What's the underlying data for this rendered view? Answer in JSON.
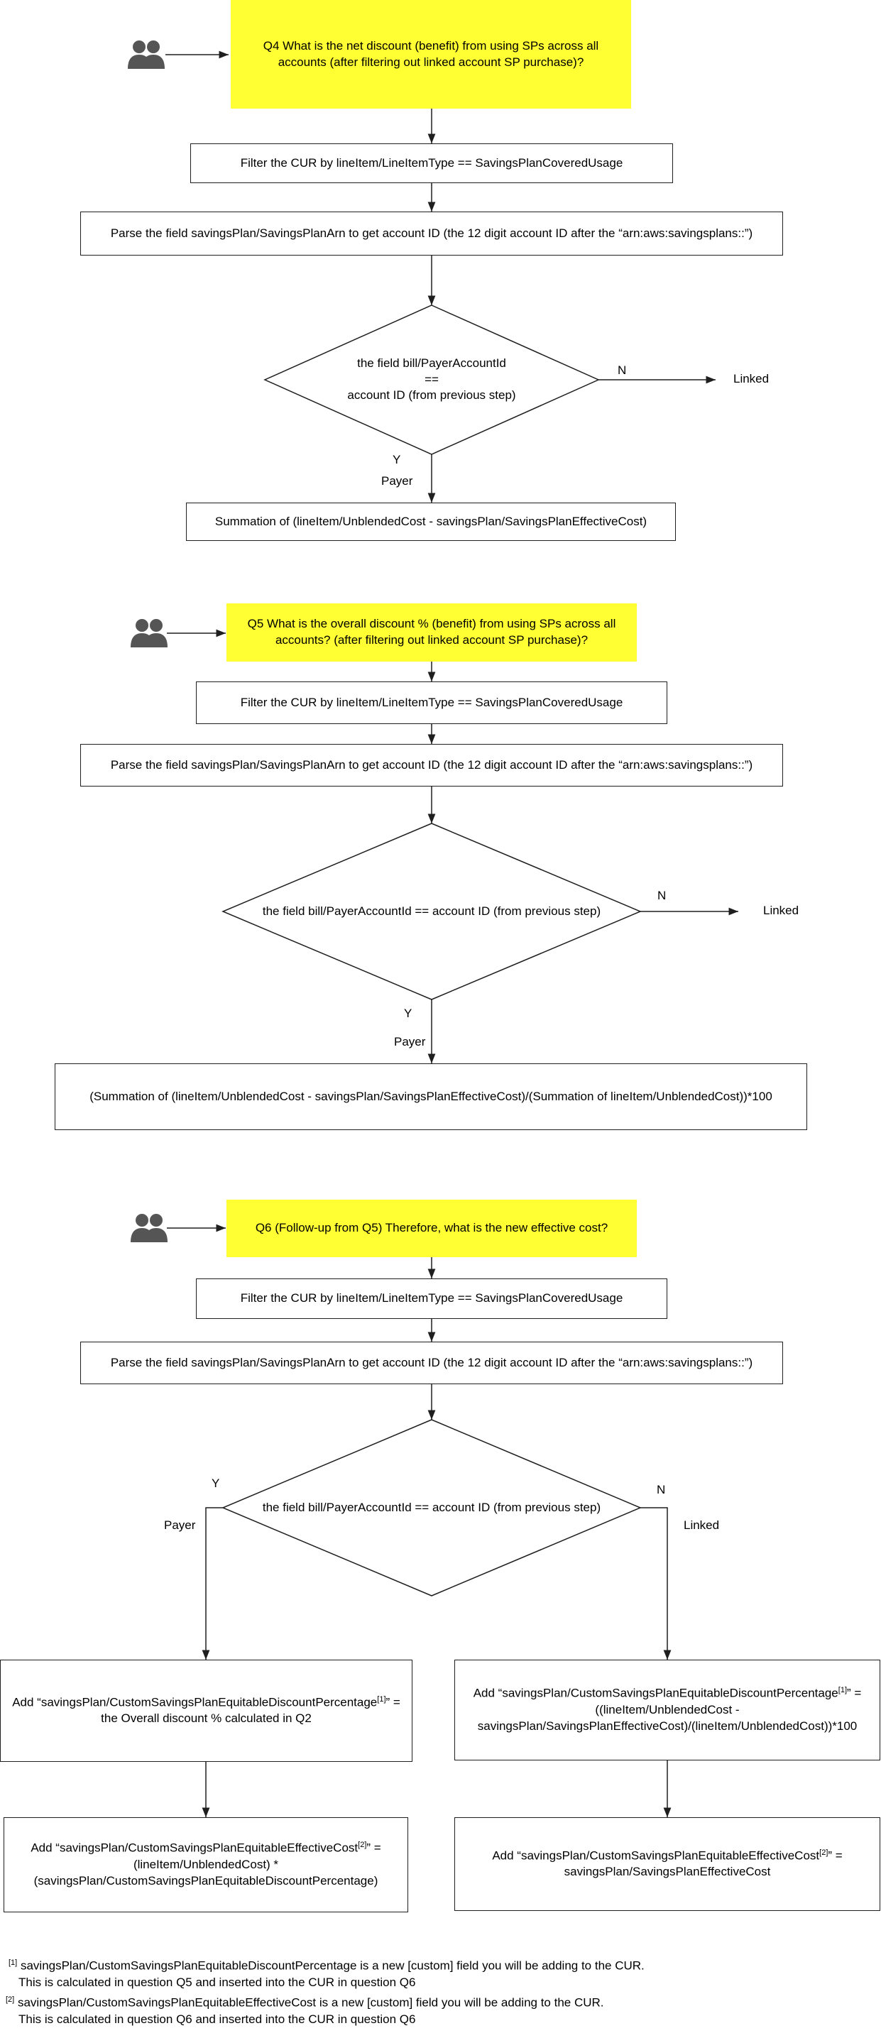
{
  "q4": {
    "question": "Q4 What is the net discount (benefit) from using SPs across all accounts (after filtering out linked account SP purchase)?",
    "filter": "Filter the CUR by  lineItem/LineItemType == SavingsPlanCoveredUsage",
    "parse": "Parse the field savingsPlan/SavingsPlanArn to get account ID (the 12 digit account ID after the “arn:aws:savingsplans::”)",
    "decision_line1": "the field bill/PayerAccountId",
    "decision_line2": "==",
    "decision_line3": "account ID (from previous step)",
    "no_label": "N",
    "no_target": "Linked",
    "yes_label": "Y",
    "yes_target": "Payer",
    "result": "Summation of (lineItem/UnblendedCost - savingsPlan/SavingsPlanEffectiveCost)"
  },
  "q5": {
    "question": "Q5 What is the overall discount % (benefit) from using SPs across all accounts?  (after filtering out linked account SP purchase)?",
    "filter": "Filter the CUR by  lineItem/LineItemType == SavingsPlanCoveredUsage",
    "parse": "Parse the field savingsPlan/SavingsPlanArn to get account ID (the 12 digit account ID after the “arn:aws:savingsplans::”)",
    "decision": "the field bill/PayerAccountId  == account ID (from previous step)",
    "no_label": "N",
    "no_target": "Linked",
    "yes_label": "Y",
    "yes_target": "Payer",
    "result": "(Summation of (lineItem/UnblendedCost - savingsPlan/SavingsPlanEffectiveCost)/(Summation of lineItem/UnblendedCost))*100"
  },
  "q6": {
    "question": "Q6 (Follow-up from Q5) Therefore, what is the new effective cost?",
    "filter": "Filter the CUR by  lineItem/LineItemType == SavingsPlanCoveredUsage",
    "parse": "Parse the field savingsPlan/SavingsPlanArn to get account ID (the 12 digit account ID after the “arn:aws:savingsplans::”)",
    "decision": "the field bill/PayerAccountId  == account ID (from previous step)",
    "yes_label": "Y",
    "yes_target": "Payer",
    "no_label": "N",
    "no_target": "Linked",
    "payer_discount_a": "Add “savingsPlan/CustomSavingsPlanEquitableDiscountPercentage",
    "payer_discount_sup": "[1]",
    "payer_discount_b": "” = the Overall discount % calculated in Q2",
    "linked_discount_a": "Add “savingsPlan/CustomSavingsPlanEquitableDiscountPercentage",
    "linked_discount_sup": "[1]",
    "linked_discount_b": "” = ((lineItem/UnblendedCost - savingsPlan/SavingsPlanEffectiveCost)/(lineItem/UnblendedCost))*100",
    "payer_cost_a": "Add “savingsPlan/CustomSavingsPlanEquitableEffectiveCost",
    "payer_cost_sup": "[2]",
    "payer_cost_b": "” = (lineItem/UnblendedCost) * (savingsPlan/CustomSavingsPlanEquitableDiscountPercentage)",
    "linked_cost_a": "Add “savingsPlan/CustomSavingsPlanEquitableEffectiveCost",
    "linked_cost_sup": "[2]",
    "linked_cost_b": "” = savingsPlan/SavingsPlanEffectiveCost"
  },
  "footnotes": [
    {
      "marker": "[1]",
      "line1": " savingsPlan/CustomSavingsPlanEquitableDiscountPercentage is a new [custom] field you will be adding to the CUR.",
      "line2": "This is calculated in question Q5 and inserted into the CUR in question Q6"
    },
    {
      "marker": "[2]",
      "line1": " savingsPlan/CustomSavingsPlanEquitableEffectiveCost is a new [custom] field you will be adding to the CUR.",
      "line2": "This is calculated in question Q6 and inserted into the CUR in question Q6"
    }
  ],
  "icons": {
    "actor": "users-icon"
  },
  "colors": {
    "question_fill": "#ffff33",
    "stroke": "#1f1f1f",
    "icon": "#555555"
  }
}
